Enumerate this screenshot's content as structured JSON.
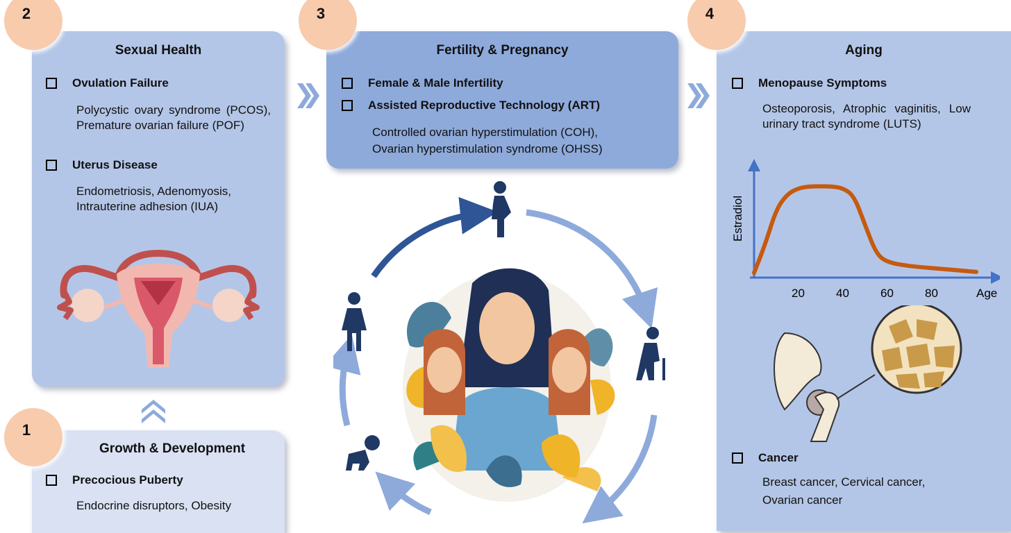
{
  "stages": {
    "growth": {
      "number": "1",
      "title": "Growth & Development",
      "item": "Precocious Puberty",
      "desc": "Endocrine disruptors, Obesity"
    },
    "sexual_health": {
      "number": "2",
      "title": "Sexual Health",
      "item1": "Ovulation Failure",
      "desc1": "Polycystic ovary syndrome (PCOS), Premature ovarian failure (POF)",
      "item2": "Uterus Disease",
      "desc2": "Endometriosis, Adenomyosis, Intrauterine adhesion (IUA)"
    },
    "fertility": {
      "number": "3",
      "title": "Fertility & Pregnancy",
      "item1": "Female & Male Infertility",
      "item2": "Assisted Reproductive Technology (ART)",
      "desc2a": "Controlled ovarian hyperstimulation (COH),",
      "desc2b": "Ovarian hyperstimulation syndrome (OHSS)"
    },
    "aging": {
      "number": "4",
      "title": "Aging",
      "item1": "Menopause Symptoms",
      "desc1": "Osteoporosis, Atrophic vaginitis, Low urinary tract syndrome (LUTS)",
      "item2": "Cancer",
      "desc2a": "Breast cancer, Cervical cancer,",
      "desc2b": "Ovarian cancer"
    }
  },
  "chart_data": {
    "type": "line",
    "ylabel": "Estradiol",
    "xlabel": "Age",
    "x_ticks": [
      "20",
      "40",
      "60",
      "80"
    ],
    "series": [
      {
        "x": [
          0,
          5,
          10,
          15,
          20,
          25,
          30,
          35,
          40,
          45,
          50,
          55,
          60,
          70,
          80,
          90,
          100
        ],
        "y": [
          0.05,
          0.35,
          0.72,
          0.88,
          0.94,
          0.96,
          0.96,
          0.96,
          0.94,
          0.86,
          0.55,
          0.25,
          0.16,
          0.12,
          0.1,
          0.08,
          0.06
        ]
      }
    ],
    "xlim": [
      0,
      100
    ],
    "ylim": [
      0,
      1
    ],
    "line_color": "#c55a11",
    "axis_color": "#4472c4"
  },
  "colors": {
    "panel_light": "#d9e1f2",
    "panel_mid": "#b4c6e7",
    "panel_dark": "#8eaadb",
    "badge": "#f8cbad",
    "arrow_dark": "#2f5597",
    "arrow_light": "#8eaadb"
  }
}
